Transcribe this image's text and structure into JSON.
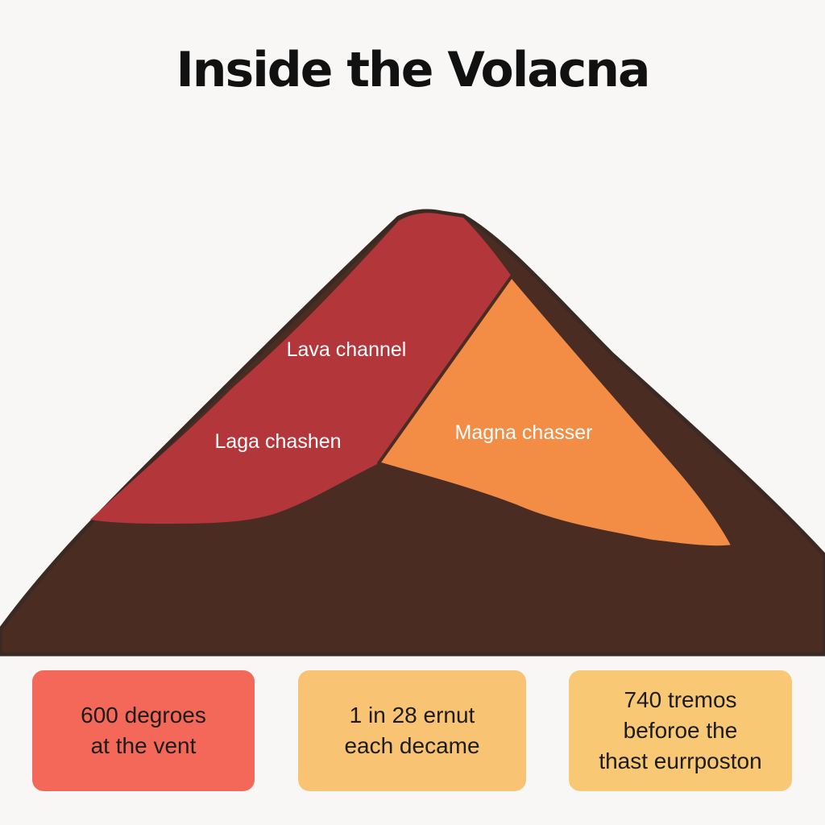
{
  "title": "Inside the Volacna",
  "labels": {
    "lava_channel": "Lava channel",
    "laga_chamber": "Laga chashen",
    "magma_chamber": "Magna chasser"
  },
  "colors": {
    "background": "#f8f7f6",
    "outline": "#3a2a23",
    "ground": "#4b2c22",
    "lava_red": "#b3363a",
    "magma_orange": "#f38d46",
    "card_red": "#f4685a",
    "card_yellow": "#f9c374",
    "card_gold": "#f8c874"
  },
  "cards": [
    {
      "text": "600 degroes\nat the vent",
      "color": "#f4685a"
    },
    {
      "text": "1 in 28 ernut\neach decame",
      "color": "#f9c374"
    },
    {
      "text": "740 tremos\nbeforoe the\nthast eurrposton",
      "color": "#f8c874"
    }
  ]
}
